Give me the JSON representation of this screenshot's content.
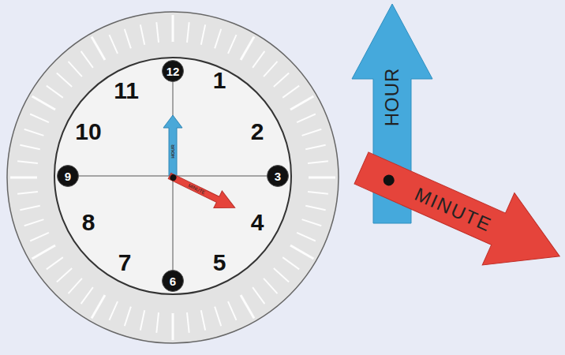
{
  "diagram": {
    "nodes": [
      {
        "text": [
          "12"
        ]
      },
      {
        "text": [
          "9"
        ]
      },
      {
        "text": [
          "3"
        ]
      },
      {
        "text": [
          "6"
        ]
      },
      {
        "text": [
          "HOUR"
        ]
      },
      {
        "text": [
          "MINUTE"
        ]
      },
      {
        "text": [
          "HOUR"
        ]
      },
      {
        "text": [
          "MINUTE"
        ]
      }
    ],
    "labels": [
      "11",
      "1",
      "10",
      "2",
      "8",
      "4",
      "7",
      "5"
    ]
  }
}
